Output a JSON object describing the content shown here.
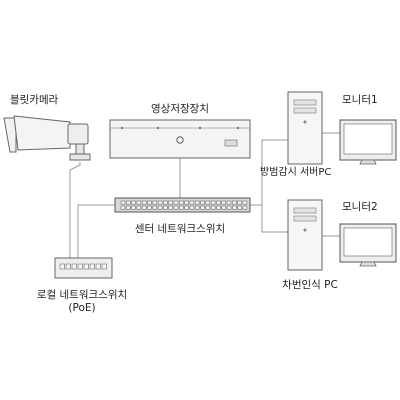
{
  "labels": {
    "camera": "블릿카메라",
    "nvr": "영상저장장치",
    "monitor1": "모니터1",
    "monitor2": "모니터2",
    "server_pc": "방범감시 서버PC",
    "center_switch": "센터 네트워크스위치",
    "local_switch": "로컬 네트워크스위치",
    "local_switch_poe": "(PoE)",
    "lpr_pc": "차번인식 PC"
  },
  "colors": {
    "line": "#9a9a9a",
    "device_fill": "#f4f4f4",
    "device_stroke": "#666666",
    "screen_fill": "#ffffff",
    "switch_fill": "#d8d8d8"
  }
}
